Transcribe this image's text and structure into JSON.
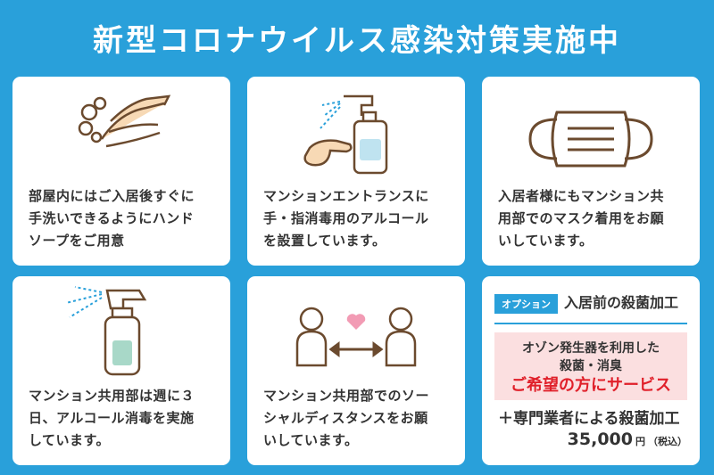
{
  "title": "新型コロナウイルス感染対策実施中",
  "cards": [
    {
      "icon": "hand-washing-icon",
      "lines": [
        "部屋内にはご入居後すぐに",
        "手洗いできるようにハンド",
        "ソープをご用意"
      ]
    },
    {
      "icon": "sanitizer-pump-icon",
      "lines": [
        "マンションエントランスに",
        "手・指消毒用のアルコール",
        "を設置しています。"
      ]
    },
    {
      "icon": "face-mask-icon",
      "lines": [
        "入居者様にもマンション共",
        "用部でのマスク着用をお願",
        "いしています。"
      ]
    },
    {
      "icon": "spray-bottle-icon",
      "lines": [
        "マンション共用部は週に３",
        "日、アルコール消毒を実施",
        "しています。"
      ]
    },
    {
      "icon": "social-distance-icon",
      "lines": [
        "マンション共用部でのソー",
        "シャルディスタンスをお願",
        "いしています。"
      ]
    }
  ],
  "option": {
    "tag": "オプション",
    "title": "入居前の殺菌加工",
    "box_line1": "オゾン発生器を利用した",
    "box_line2": "殺菌・消臭",
    "box_highlight": "ご希望の方にサービス",
    "extra": "＋専門業者による殺菌加工",
    "price": "35,000",
    "unit": "円",
    "tax": "（税込）"
  },
  "colors": {
    "background": "#29a0da",
    "highlight": "#e0202a",
    "box": "#fbdfe0"
  }
}
